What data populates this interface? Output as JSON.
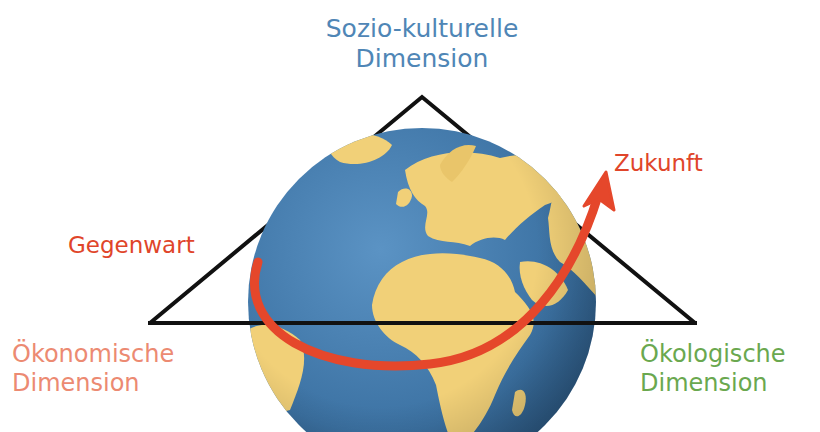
{
  "diagram": {
    "labels": [
      "Sozio-kulturelle Dimension",
      "Gegenwart",
      "Zukunft",
      "Ökonomische Dimension",
      "Ökologische Dimension"
    ]
  }
}
